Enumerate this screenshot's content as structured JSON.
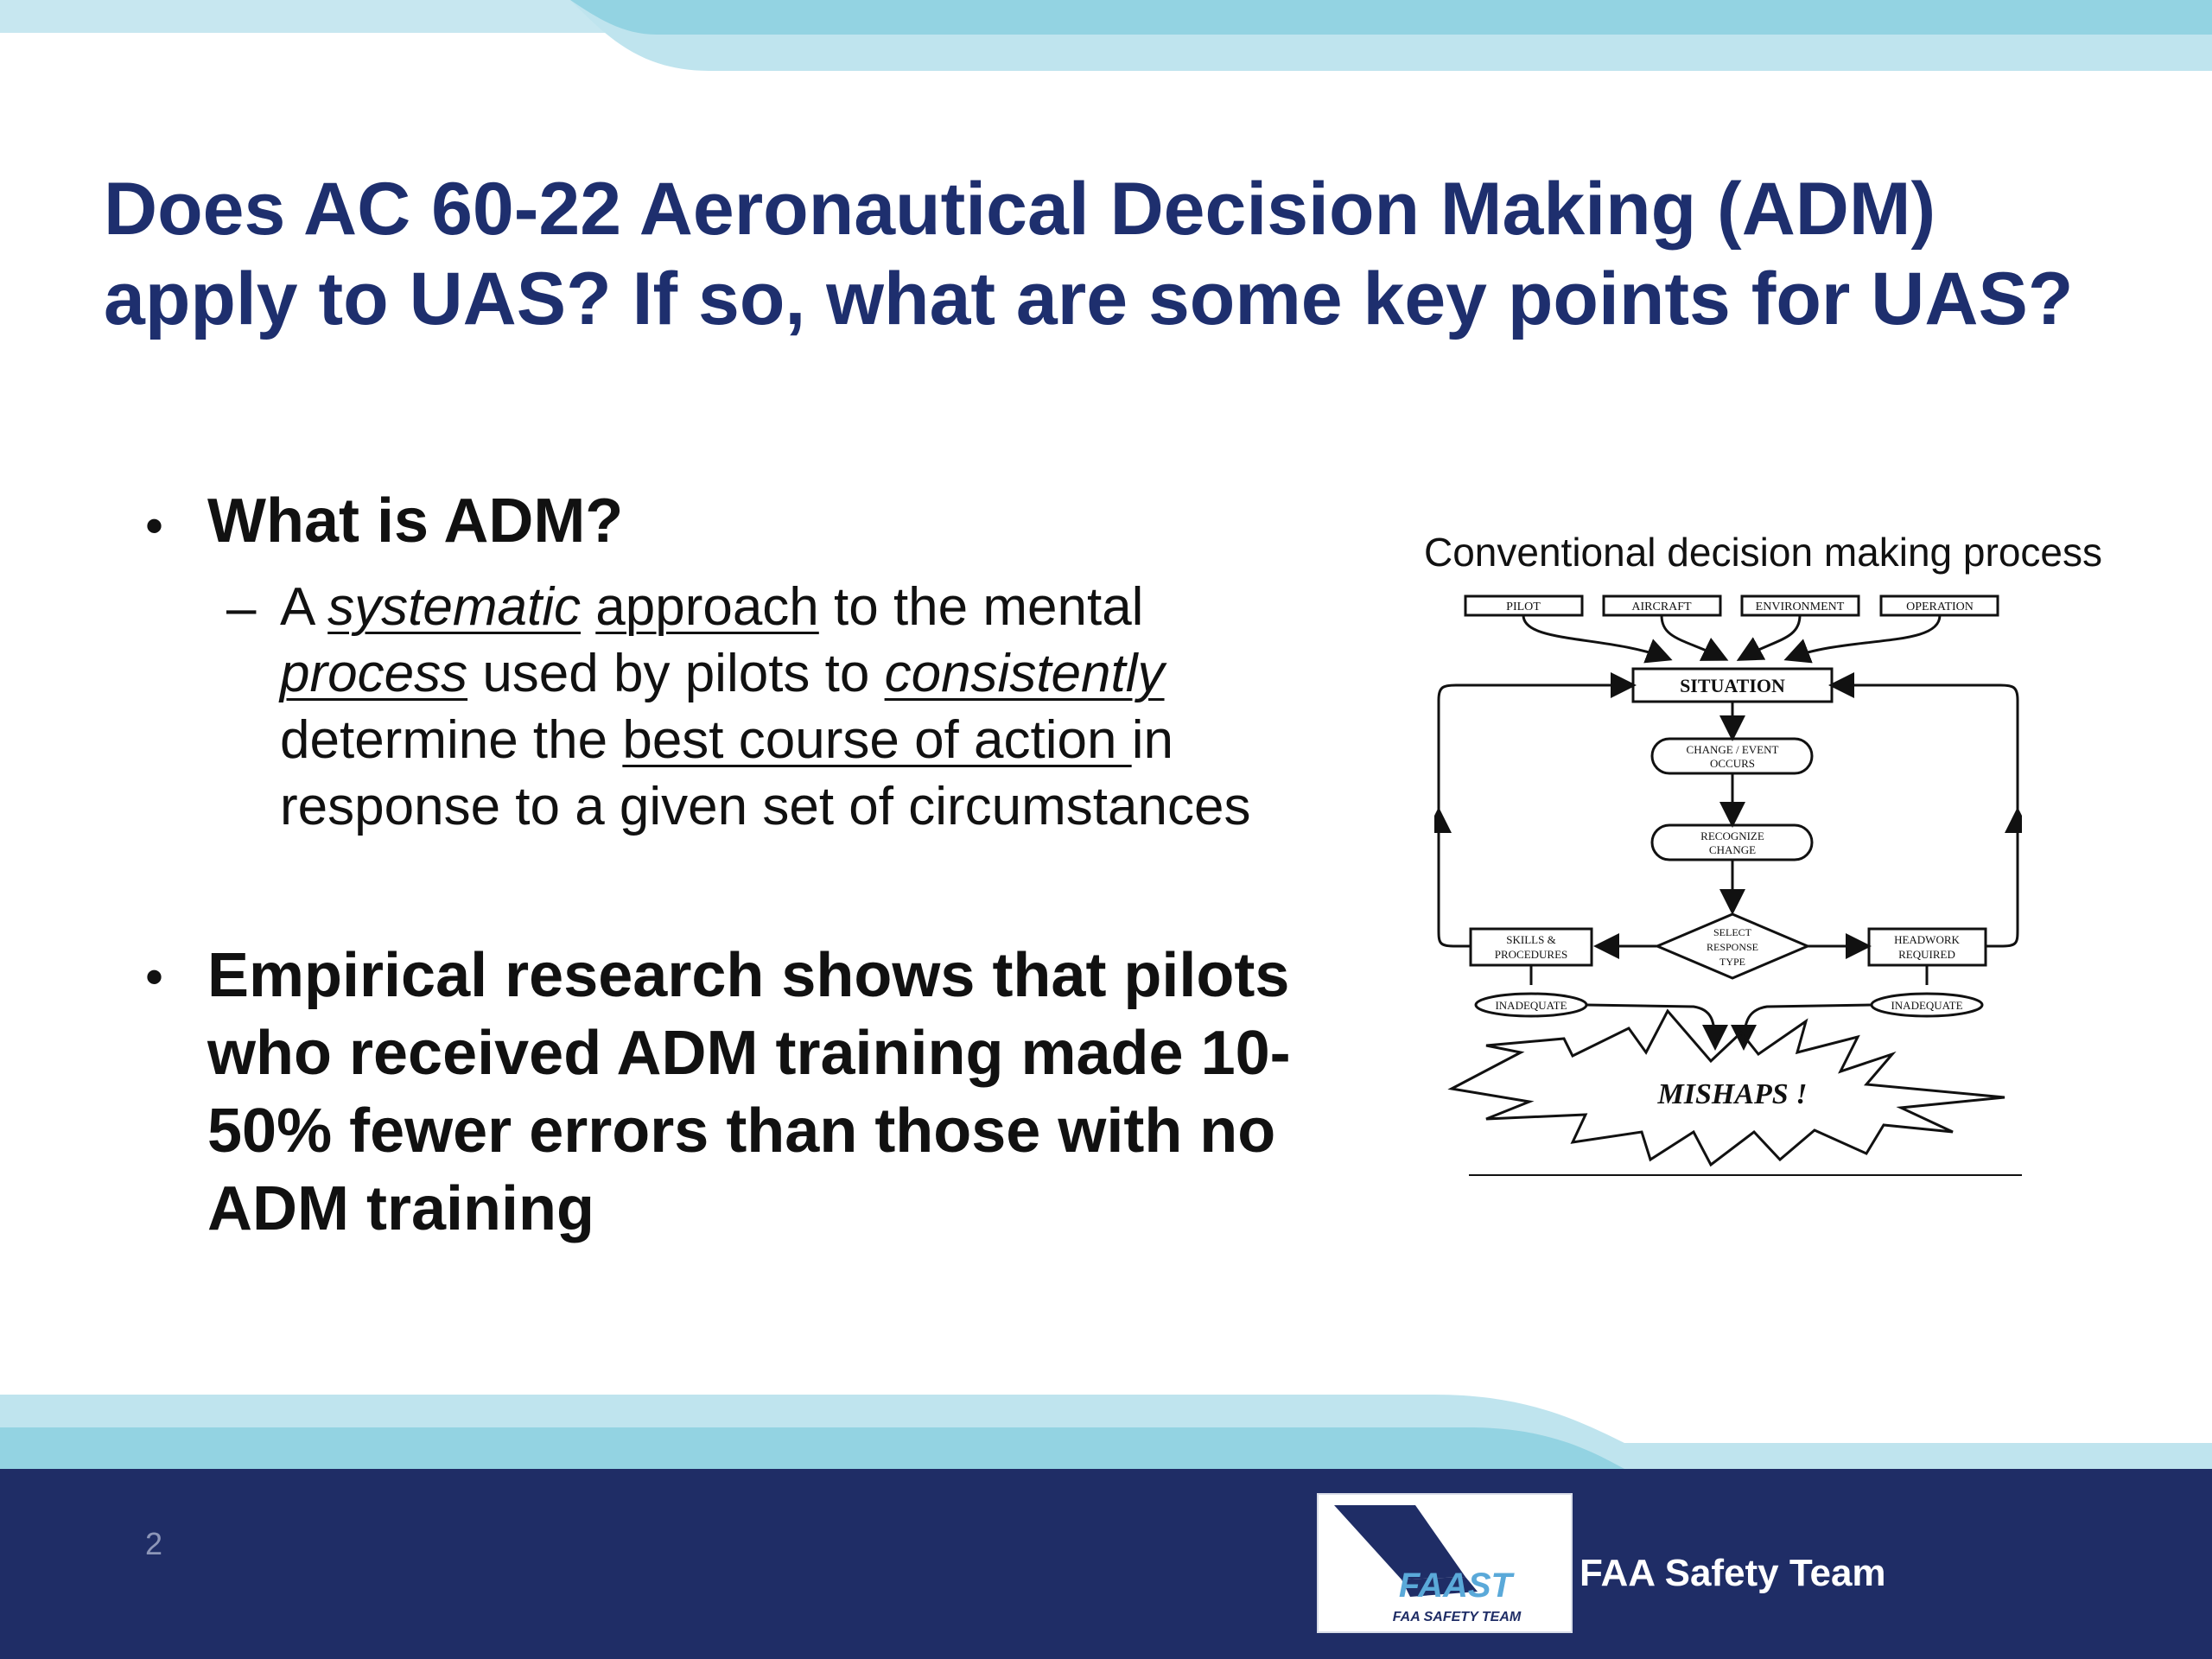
{
  "title": {
    "line1": "Does AC 60-22 Aeronautical Decision Making (ADM)",
    "line2": "apply to UAS? If so, what are some key points for UAS?"
  },
  "bullets": {
    "b1": {
      "marker": "•",
      "text": "What is ADM?"
    },
    "sub": {
      "marker": "–",
      "parts": [
        "A ",
        "systematic",
        " ",
        "approach",
        " to the mental ",
        "process",
        " used by pilots to ",
        "consistently",
        " determine the ",
        "best course of action ",
        "in response to a given set of circumstances"
      ]
    },
    "b2": {
      "marker": "•",
      "text": "Empirical research shows that pilots who received ADM training made 10-50% fewer errors than those with no ADM training"
    }
  },
  "diagram": {
    "caption": "Conventional decision making process",
    "inputs": [
      "PILOT",
      "AIRCRAFT",
      "ENVIRONMENT",
      "OPERATION"
    ],
    "situation": "SITUATION",
    "change_event": [
      "CHANGE / EVENT",
      "OCCURS"
    ],
    "recognize": [
      "RECOGNIZE",
      "CHANGE"
    ],
    "select": [
      "SELECT",
      "RESPONSE",
      "TYPE"
    ],
    "skills": [
      "SKILLS &",
      "PROCEDURES"
    ],
    "headwork": [
      "HEADWORK",
      "REQUIRED"
    ],
    "inadequate_left": "INADEQUATE",
    "inadequate_right": "INADEQUATE",
    "mishaps": "MISHAPS !"
  },
  "footer": {
    "page_number": "2",
    "logo_text": "FAAST",
    "logo_subtext": "FAA SAFETY TEAM",
    "team_name": "FAA Safety Team"
  },
  "colors": {
    "title": "#1e2f6e",
    "navy": "#1f2d66",
    "light_blue": "#bfe4ee",
    "mid_blue": "#93d3e2"
  }
}
